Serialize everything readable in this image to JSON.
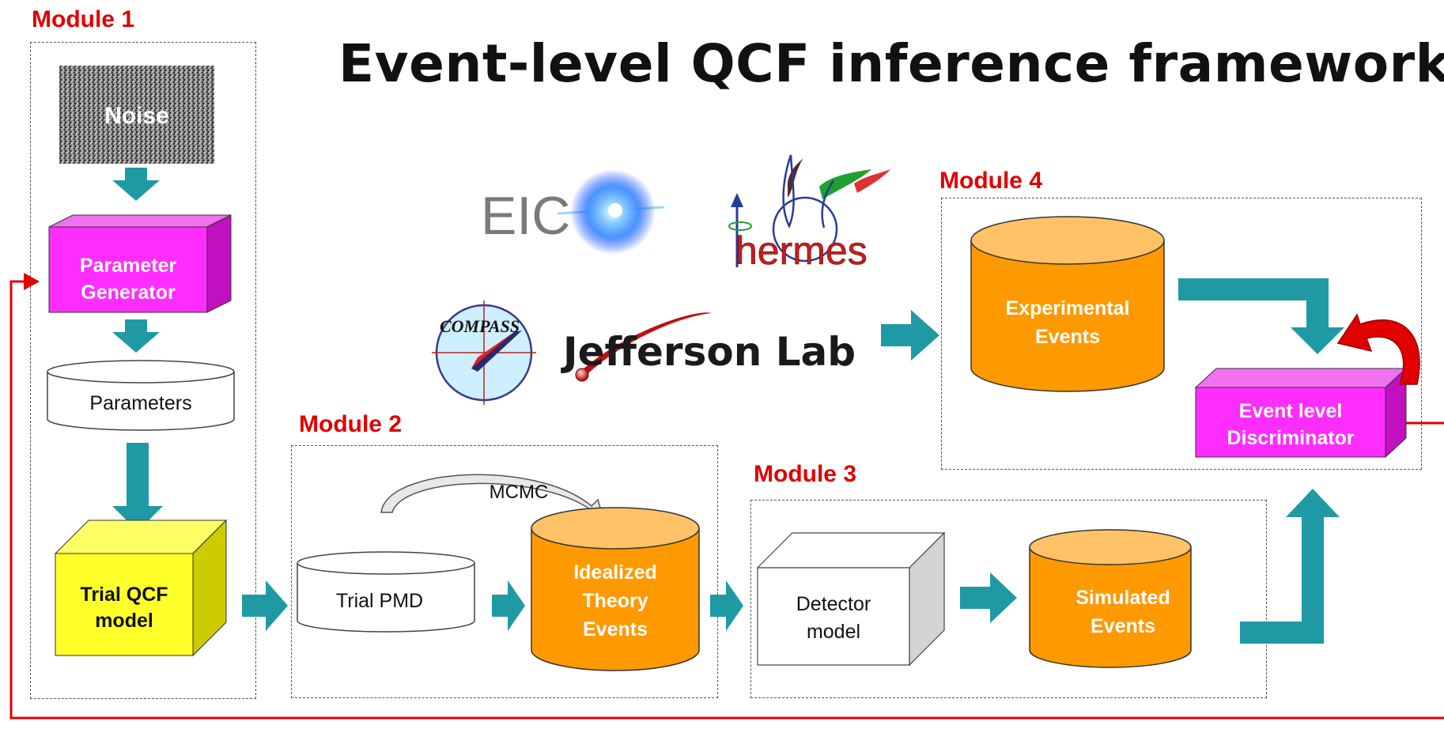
{
  "title": "Event-level QCF inference framework",
  "modules": {
    "m1": "Module 1",
    "m2": "Module 2",
    "m3": "Module 3",
    "m4": "Module 4"
  },
  "nodes": {
    "noise": "Noise",
    "param_gen_1": "Parameter",
    "param_gen_2": "Generator",
    "parameters": "Parameters",
    "trial_qcf_1": "Trial QCF",
    "trial_qcf_2": "model",
    "trial_pmd": "Trial PMD",
    "mcmc": "MCMC",
    "ideal_1": "Idealized",
    "ideal_2": "Theory",
    "ideal_3": "Events",
    "detector_1": "Detector",
    "detector_2": "model",
    "sim_1": "Simulated",
    "sim_2": "Events",
    "exp_1": "Experimental",
    "exp_2": "Events",
    "disc_1": "Event level",
    "disc_2": "Discriminator"
  },
  "logos": {
    "eic": "EIC",
    "hermes": "hermes",
    "compass": "COMPASS",
    "jlab": "Jefferson Lab"
  },
  "colors": {
    "module_label": "#e00000",
    "teal_arrow": "#1f9aa5",
    "magenta": "#ff2dff",
    "magenta_dark": "#c010c0",
    "yellow": "#ffff2a",
    "yellow_dark": "#cccc00",
    "orange": "#ff9900",
    "orange_top": "#ffc266",
    "feedback": "#e00000"
  }
}
